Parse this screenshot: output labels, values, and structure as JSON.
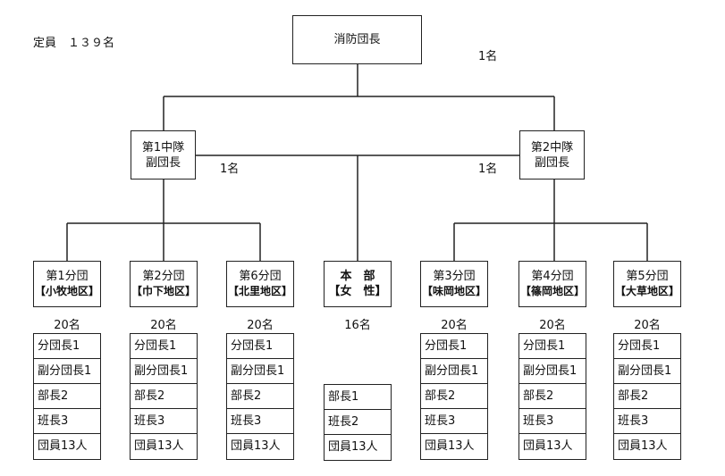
{
  "capacity": "定員　１３９名",
  "chief": {
    "title": "消防団長",
    "count": "1名"
  },
  "deputies": [
    {
      "line1": "第1中隊",
      "line2": "副団長",
      "count": "1名"
    },
    {
      "line1": "第2中隊",
      "line2": "副団長",
      "count": "1名"
    }
  ],
  "units": [
    {
      "name": "第1分団",
      "area": "【小牧地区】",
      "count": "20名",
      "roles": [
        "分団長1",
        "副分団長1",
        "部長2",
        "班長3",
        "団員13人"
      ]
    },
    {
      "name": "第2分団",
      "area": "【巾下地区】",
      "count": "20名",
      "roles": [
        "分団長1",
        "副分団長1",
        "部長2",
        "班長3",
        "団員13人"
      ]
    },
    {
      "name": "第6分団",
      "area": "【北里地区】",
      "count": "20名",
      "roles": [
        "分団長1",
        "副分団長1",
        "部長2",
        "班長3",
        "団員13人"
      ]
    },
    {
      "name": "本　部",
      "area": "【女　性】",
      "count": "16名",
      "roles": [
        "部長1",
        "班長2",
        "団員13人"
      ]
    },
    {
      "name": "第3分団",
      "area": "【味岡地区】",
      "count": "20名",
      "roles": [
        "分団長1",
        "副分団長1",
        "部長2",
        "班長3",
        "団員13人"
      ]
    },
    {
      "name": "第4分団",
      "area": "【篠岡地区】",
      "count": "20名",
      "roles": [
        "分団長1",
        "副分団長1",
        "部長2",
        "班長3",
        "団員13人"
      ]
    },
    {
      "name": "第5分団",
      "area": "【大草地区】",
      "count": "20名",
      "roles": [
        "分団長1",
        "副分団長1",
        "部長2",
        "班長3",
        "団員13人"
      ]
    }
  ]
}
